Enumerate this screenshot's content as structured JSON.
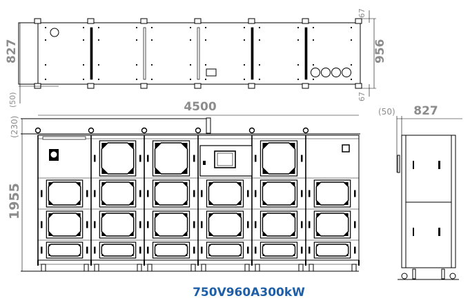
{
  "title": "750V960A300kW",
  "top_view": {
    "depth_label": "827",
    "overall_label": "956",
    "overhang_top": "67",
    "overhang_bottom": "67",
    "offset_label": "(50)"
  },
  "front_view": {
    "width_label": "4500",
    "top_frame_label": "(230)",
    "height_label": "1955",
    "columns": 6,
    "rows": 4
  },
  "side_view": {
    "offset_label": "(50)",
    "depth_label": "827"
  },
  "colors": {
    "caption": "#1f5fa8",
    "dimension": "#8c8c8c",
    "line": "#000000"
  }
}
